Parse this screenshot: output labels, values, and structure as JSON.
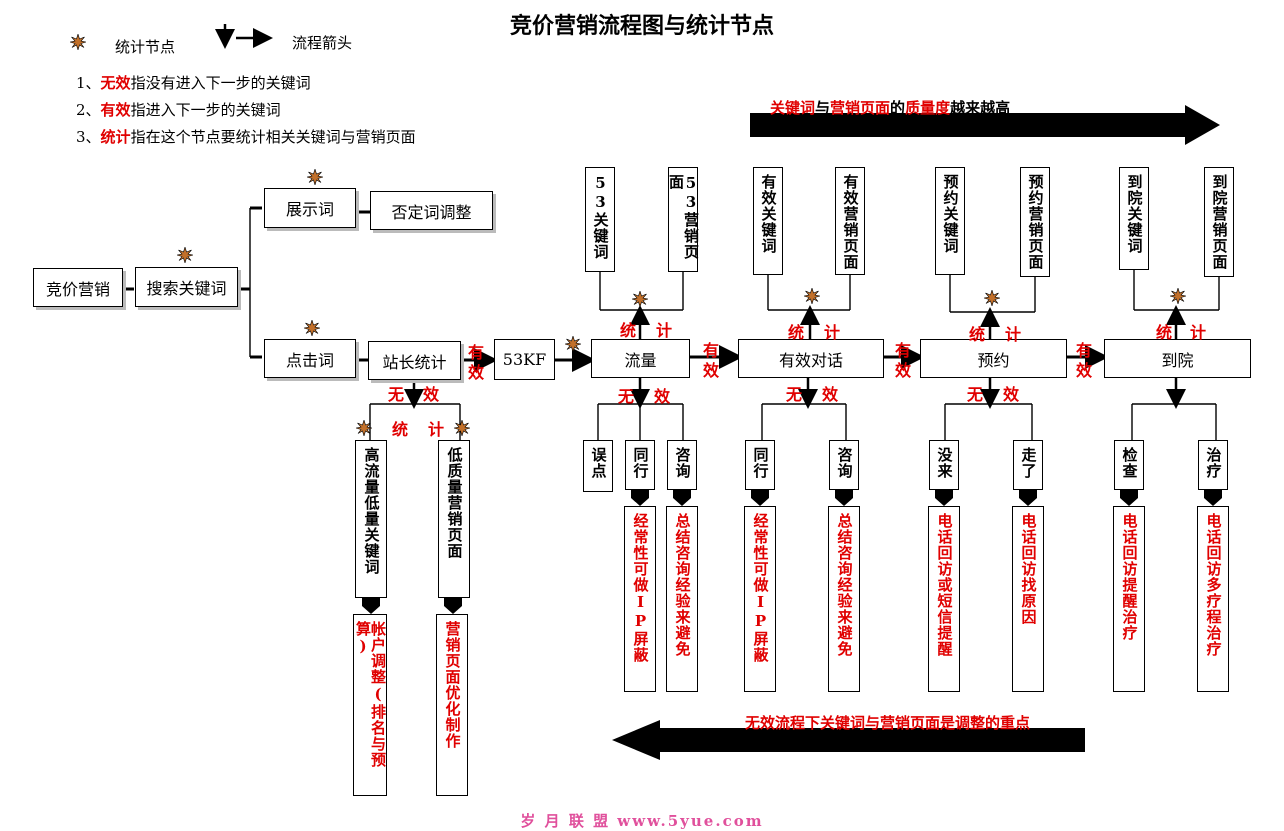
{
  "title": "竞价营销流程图与统计节点",
  "legend": {
    "node_label": "统计节点",
    "arrow_label": "流程箭头"
  },
  "notes": [
    {
      "num": "1、",
      "key": "无效",
      "text": "指没有进入下一步的关键词"
    },
    {
      "num": "2、",
      "key": "有效",
      "text": "指进入下一步的关键词"
    },
    {
      "num": "3、",
      "key": "统计",
      "text": "指在这个节点要统计相关关键词与营销页面"
    }
  ],
  "top_arrow": {
    "p1": "关键词",
    "p2": "与",
    "p3": "营销页面",
    "p4": "的",
    "p5": "质量度",
    "p6": "越来越高"
  },
  "bottom_arrow": "无效流程下关键词与营销页面是调整的重点",
  "boxes": {
    "bidding": "竞价营销",
    "search_kw": "搜索关键词",
    "display": "展示词",
    "negative": "否定词调整",
    "click": "点击词",
    "site_stats": "站长统计",
    "kf53": "53KF",
    "traffic": "流量",
    "valid_dialog": "有效对话",
    "booking": "预约",
    "arrival": "到院"
  },
  "labels": {
    "valid": "有效",
    "invalid_1": "无",
    "invalid_2": "效",
    "stat_1": "统",
    "stat_2": "计"
  },
  "top_vboxes": {
    "kw53": "53关键词",
    "page53": "53营销页面",
    "valid_kw": "有效关键词",
    "valid_page": "有效营销页面",
    "book_kw": "预约关键词",
    "book_page": "预约营销页面",
    "arr_kw": "到院关键词",
    "arr_page": "到院营销页面"
  },
  "mid_vboxes": {
    "high_traffic": "高流量低量关键词",
    "low_quality": "低质量营销页面",
    "misclick": "误点",
    "peer1": "同行",
    "consult1": "咨询",
    "peer2": "同行",
    "consult2": "咨询",
    "no_come": "没来",
    "left": "走了",
    "check": "检查",
    "treat": "治疗"
  },
  "red_vboxes": {
    "account_adj": "帐户调整(排名与预算)",
    "page_opt": "营销页面优化制作",
    "ip_block1": "经常性可做IP屏蔽",
    "sum_consult1": "总结咨询经验来避免",
    "ip_block2": "经常性可做IP屏蔽",
    "sum_consult2": "总结咨询经验来避免",
    "phone_visit": "电话回访或短信提醒",
    "phone_reason": "电话回访找原因",
    "phone_remind": "电话回访提醒治疗",
    "phone_multi": "电话回访多疗程治疗"
  },
  "footer": "岁 月 联 盟  www.5yue.com",
  "colors": {
    "accent_red": "#e00000",
    "footer_pink": "#e0509c"
  }
}
